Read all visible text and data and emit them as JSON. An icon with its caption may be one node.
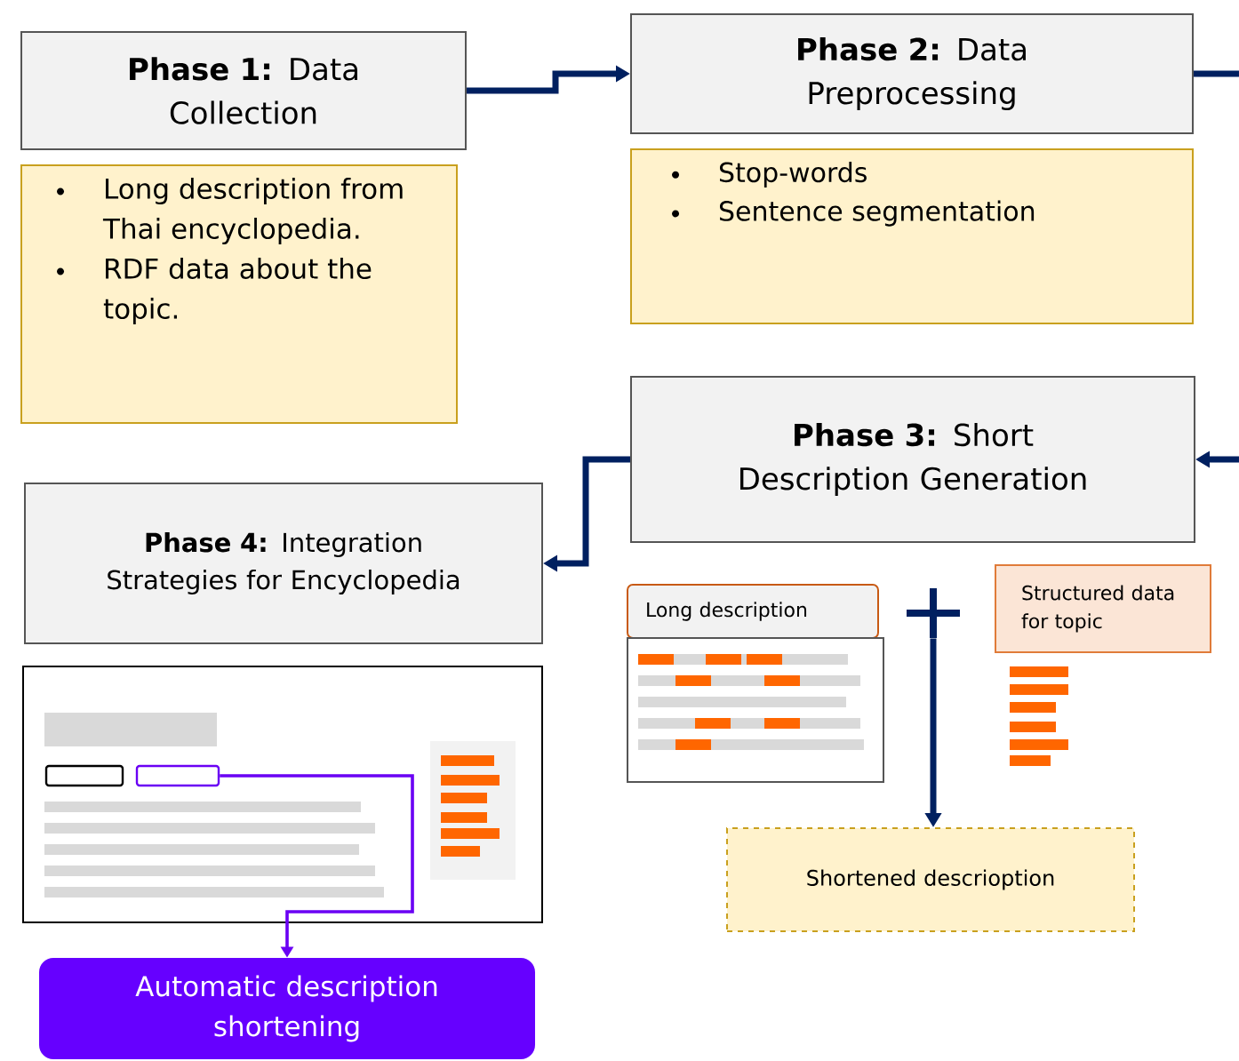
{
  "diagram": {
    "nodes": [
      {
        "text": [
          "**Phase 1:** Data Collection"
        ]
      },
      {
        "text": [
          "Long description from Thai encyclopedia.",
          "RDF data about the topic."
        ]
      },
      {
        "text": [
          "**Phase 2:** Data Preprocessing"
        ]
      },
      {
        "text": [
          "Stop-words",
          "Sentence segmentation"
        ]
      },
      {
        "text": [
          "**Phase 3:** Short Description Generation"
        ]
      },
      {
        "text": [
          "**Phase 4:** Integration Strategies for Encyclopedia"
        ]
      },
      {
        "text": [
          "Long description"
        ]
      },
      {
        "text": [
          "Structured data for topic"
        ]
      },
      {
        "text": [
          "Shortened descrioption"
        ]
      },
      {
        "text": [],
        "shape": "picture"
      },
      {
        "text": [],
        "shape": "box",
        "in": 9
      },
      {
        "text": [
          "Automatic description shortening"
        ]
      },
      {
        "text": [],
        "shape": "plus"
      }
    ],
    "edges": [
      {
        "from": 0,
        "to": 2,
        "arrow": "to"
      },
      {
        "from": 2,
        "to": 4,
        "arrow": "to"
      },
      {
        "from": 4,
        "to": 5,
        "arrow": "to"
      },
      {
        "from": 12,
        "to": 8,
        "arrow": "to"
      },
      {
        "from": 10,
        "to": 11,
        "arrow": "to",
        "color": "#6a00f4"
      }
    ]
  }
}
